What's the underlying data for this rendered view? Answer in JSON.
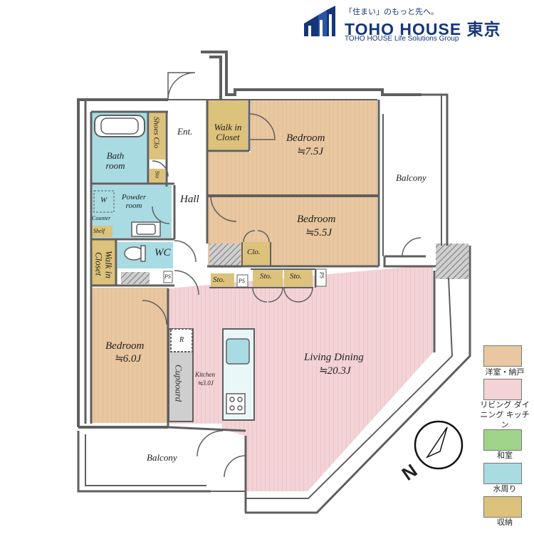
{
  "brand": {
    "tagline": "「住まい」のもっと先へ。",
    "name": "TOHO HOUSE 東京",
    "subtitle": "TOHO HOUSE Life Solutions Group"
  },
  "rooms": {
    "entrance": "Ent.",
    "shoes_closet": "Shoes Clo",
    "walk_in_closet_1": "Walk in Closet",
    "bedroom_1_name": "Bedroom",
    "bedroom_1_size": "≒7.5J",
    "bath_room": "Bath room",
    "storage_small": "Sto",
    "washer": "W",
    "powder_room": "Powder room",
    "counter": "Counter",
    "hall": "Hall",
    "bedroom_2_name": "Bedroom",
    "bedroom_2_size": "≒5.5J",
    "balcony_east": "Balcony",
    "shelf": "Shelf",
    "walk_in_closet_2": "Walk in Closet",
    "wc": "WC",
    "closet": "Clo.",
    "ps_1": "PS",
    "sto_1": "Sto.",
    "ps_2": "PS",
    "sto_2": "Sto.",
    "sto_3": "Sto.",
    "ps_3": "PS",
    "bedroom_3_name": "Bedroom",
    "bedroom_3_size": "≒6.0J",
    "refrigerator": "R",
    "cupboard": "Cupboard",
    "kitchen_name": "Kitchen",
    "kitchen_size": "≒3.0J",
    "living_name": "Living Dining",
    "living_size": "≒20.3J",
    "balcony_south": "Balcony"
  },
  "legend": [
    {
      "label": "洋室・納戸",
      "color": "#e9c7a0"
    },
    {
      "label": "リビング ダイニング キッチン",
      "color": "#f3d3d6"
    },
    {
      "label": "和室",
      "color": "#9fd48a"
    },
    {
      "label": "水周り",
      "color": "#a9dbe3"
    },
    {
      "label": "収納",
      "color": "#dcc27a"
    }
  ],
  "compass": {
    "north_label": "N"
  },
  "colors": {
    "bedroom": "#e9c7a0",
    "living": "#f3d3d6",
    "water": "#a9dbe3",
    "storage": "#dcc27a",
    "wall": "#5f5f5f",
    "brand": "#16357a"
  }
}
